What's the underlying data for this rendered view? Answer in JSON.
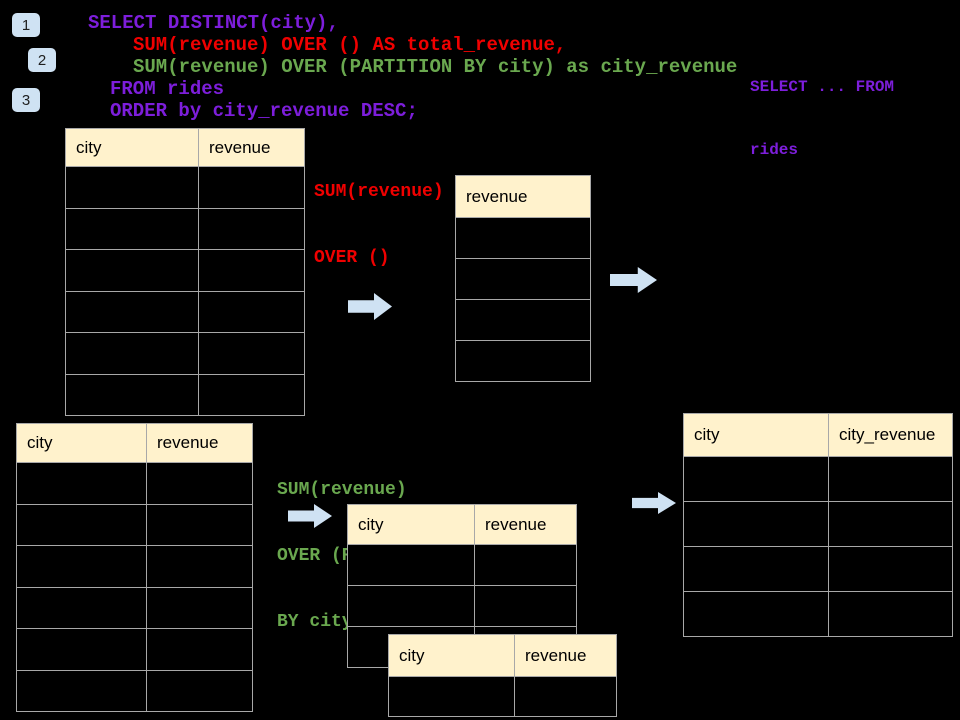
{
  "colors": {
    "background": "#000000",
    "table_header_fill": "#FFF2CC",
    "table_border": "#A8A8A8",
    "arrow_fill": "#CFE2F3",
    "badge_fill": "#CFE2F3",
    "code_purple": "#7D1EDB",
    "code_red": "#F00000",
    "code_green": "#6AA84F"
  },
  "badges": [
    "1",
    "2",
    "3"
  ],
  "sql_code": {
    "line1": "SELECT DISTINCT(city),",
    "line2": "SUM(revenue) OVER () AS total_revenue,",
    "line3": "SUM(revenue) OVER (PARTITION BY city) as city_revenue",
    "line4": "FROM rides",
    "line5": "ORDER by city_revenue DESC;"
  },
  "side_note": {
    "line1": "SELECT ... FROM",
    "line2": "rides"
  },
  "annotations": {
    "total_revenue": {
      "line1": "SUM(revenue)",
      "line2": "OVER ()"
    },
    "partition": {
      "line1": "SUM(revenue)",
      "line2": "OVER (PARTITION",
      "line3": "BY city)"
    }
  },
  "tables": {
    "source_top": {
      "headers": [
        "city",
        "revenue"
      ],
      "empty_rows": 6
    },
    "total_revenue_result": {
      "headers": [
        "revenue"
      ],
      "empty_rows": 4
    },
    "source_bottom": {
      "headers": [
        "city",
        "revenue"
      ],
      "empty_rows": 6
    },
    "partition_step_a": {
      "headers": [
        "city",
        "revenue"
      ],
      "empty_rows": 3
    },
    "partition_step_b": {
      "headers": [
        "city",
        "revenue"
      ],
      "empty_rows": 1
    },
    "city_revenue_result": {
      "headers": [
        "city",
        "city_revenue"
      ],
      "empty_rows": 4
    }
  }
}
